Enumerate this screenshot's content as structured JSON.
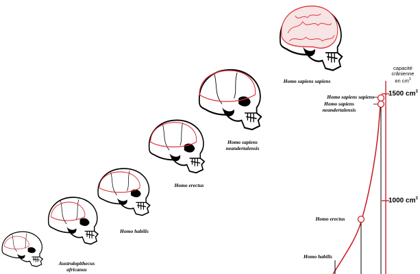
{
  "skull_captions": {
    "sapiens_sapiens": "Homo sapiens sapiens",
    "neandertalensis_1": "Homo sapiens",
    "neandertalensis_2": "neandertalensis",
    "erectus": "Homo erectus",
    "habilis": "Homo habilis",
    "australopithecus_1": "Australopithecus",
    "australopithecus_2": "africanus"
  },
  "scale": {
    "title_1": "capacité",
    "title_2": "crânienne",
    "title_3": "en cm",
    "title_sup": "3",
    "tick_1500": "1500 cm",
    "tick_1000": "1000 cm",
    "tick_sup": "3"
  },
  "curve_labels": {
    "sapiens_sapiens": "Homo sapiens sapiens",
    "neandertalensis_1": "Homo sapiens",
    "neandertalensis_2": "neandertalensis",
    "erectus": "Homo erectus",
    "habilis": "Homo habilis"
  },
  "colors": {
    "curve": "#cc1f2a",
    "outline": "#000000",
    "brain": "#e0303a"
  }
}
